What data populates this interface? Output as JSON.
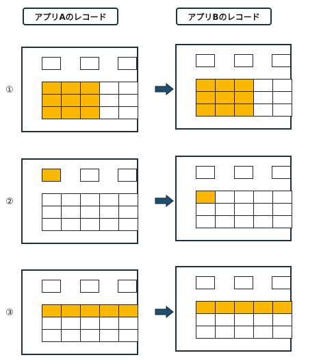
{
  "headers": {
    "left": "アプリAのレコード",
    "right": "アプリBのレコード"
  },
  "rows": [
    {
      "label": "1",
      "left": {
        "fields": [
          false,
          false,
          false
        ],
        "grid": [
          [
            1,
            1,
            1,
            0,
            0
          ],
          [
            1,
            1,
            1,
            0,
            0
          ],
          [
            1,
            1,
            1,
            0,
            0
          ]
        ]
      },
      "right": {
        "fields": [
          false,
          false,
          false
        ],
        "grid": [
          [
            1,
            1,
            1,
            0,
            0
          ],
          [
            1,
            1,
            1,
            0,
            0
          ],
          [
            1,
            1,
            1,
            0,
            0
          ]
        ]
      }
    },
    {
      "label": "2",
      "left": {
        "fields": [
          true,
          false,
          false
        ],
        "grid": [
          [
            0,
            0,
            0,
            0,
            0
          ],
          [
            0,
            0,
            0,
            0,
            0
          ],
          [
            0,
            0,
            0,
            0,
            0
          ]
        ]
      },
      "right": {
        "fields": [
          false,
          false,
          false
        ],
        "grid": [
          [
            1,
            0,
            0,
            0,
            0
          ],
          [
            0,
            0,
            0,
            0,
            0
          ],
          [
            0,
            0,
            0,
            0,
            0
          ]
        ]
      }
    },
    {
      "label": "3",
      "left": {
        "fields": [
          false,
          false,
          false
        ],
        "grid": [
          [
            1,
            1,
            1,
            1,
            1
          ],
          [
            0,
            0,
            0,
            0,
            0
          ],
          [
            0,
            0,
            0,
            0,
            0
          ]
        ]
      },
      "right": {
        "fields": [
          false,
          false,
          false
        ],
        "grid": [
          [
            1,
            1,
            1,
            1,
            1
          ],
          [
            0,
            0,
            0,
            0,
            0
          ],
          [
            0,
            0,
            0,
            0,
            0
          ]
        ]
      }
    }
  ],
  "colors": {
    "highlight": "#fbb800",
    "border": "#1e2f3d",
    "arrow": "#1f4f6e"
  },
  "icons": {
    "arrow": "right-arrow-icon"
  }
}
